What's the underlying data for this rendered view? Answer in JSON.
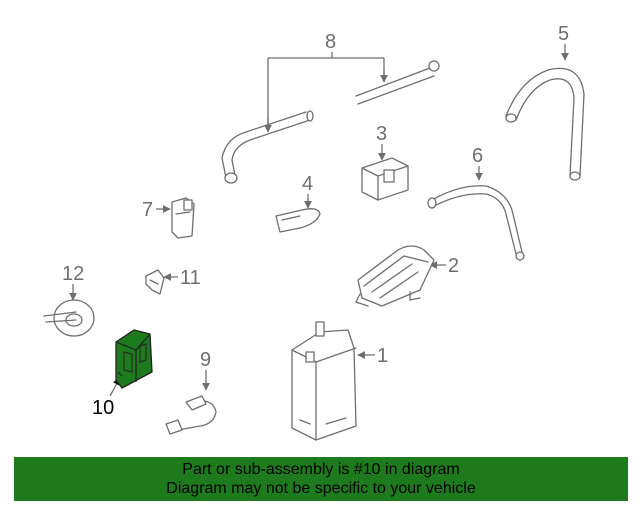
{
  "diagram": {
    "highlight_color": "#1d7a1d",
    "callouts": [
      "1",
      "2",
      "3",
      "4",
      "5",
      "6",
      "7",
      "8",
      "9",
      "10",
      "11",
      "12"
    ],
    "highlighted_part": "10"
  },
  "banner": {
    "background": "#1d7a1d",
    "line1": "Part or sub-assembly is #10 in diagram",
    "line2": "Diagram may not be specific to your vehicle"
  }
}
